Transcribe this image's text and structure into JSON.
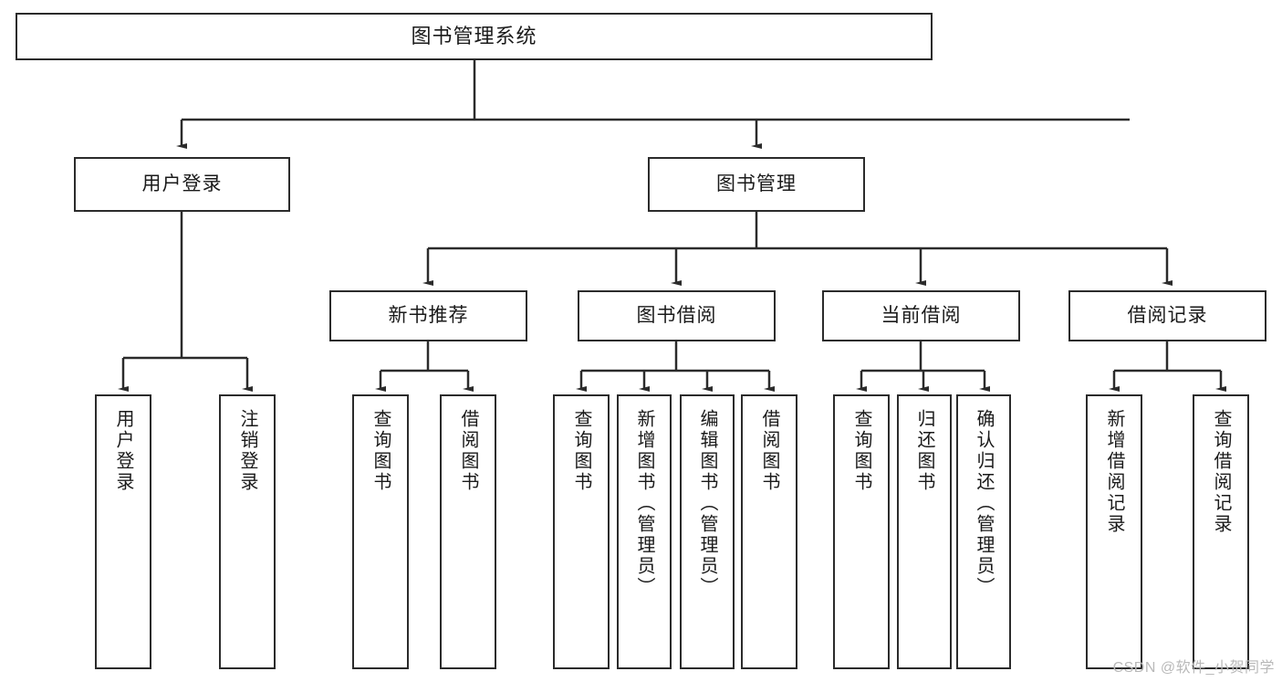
{
  "diagram": {
    "title": "图书管理系统",
    "type": "tree",
    "watermark": "CSDN @软件_小贺同学",
    "colors": {
      "stroke": "#2b2b2b",
      "fill": "#ffffff",
      "text": "#1a1a1a",
      "watermark": "#b9b9b9"
    },
    "nodes": {
      "root": {
        "label": "图书管理系统"
      },
      "level1": [
        {
          "id": "user-login",
          "label": "用户登录"
        },
        {
          "id": "book-manage",
          "label": "图书管理"
        }
      ],
      "level2": [
        {
          "id": "new-book-recommend",
          "label": "新书推荐"
        },
        {
          "id": "book-borrow",
          "label": "图书借阅"
        },
        {
          "id": "current-borrow",
          "label": "当前借阅"
        },
        {
          "id": "borrow-record",
          "label": "借阅记录"
        }
      ],
      "leaves": {
        "user-login": [
          {
            "id": "leaf-user-login",
            "label": "用户登录"
          },
          {
            "id": "leaf-user-logout",
            "label": "注销登录"
          }
        ],
        "new-book-recommend": [
          {
            "id": "leaf-query-book-1",
            "label": "查询图书"
          },
          {
            "id": "leaf-borrow-book-1",
            "label": "借阅图书"
          }
        ],
        "book-borrow": [
          {
            "id": "leaf-query-book-2",
            "label": "查询图书"
          },
          {
            "id": "leaf-add-book",
            "label": "新增图书（管理员）"
          },
          {
            "id": "leaf-edit-book",
            "label": "编辑图书（管理员）"
          },
          {
            "id": "leaf-borrow-book-2",
            "label": "借阅图书"
          }
        ],
        "current-borrow": [
          {
            "id": "leaf-query-book-3",
            "label": "查询图书"
          },
          {
            "id": "leaf-return-book",
            "label": "归还图书"
          },
          {
            "id": "leaf-confirm-return",
            "label": "确认归还（管理员）"
          }
        ],
        "borrow-record": [
          {
            "id": "leaf-add-record",
            "label": "新增借阅记录"
          },
          {
            "id": "leaf-query-record",
            "label": "查询借阅记录"
          }
        ]
      }
    }
  }
}
